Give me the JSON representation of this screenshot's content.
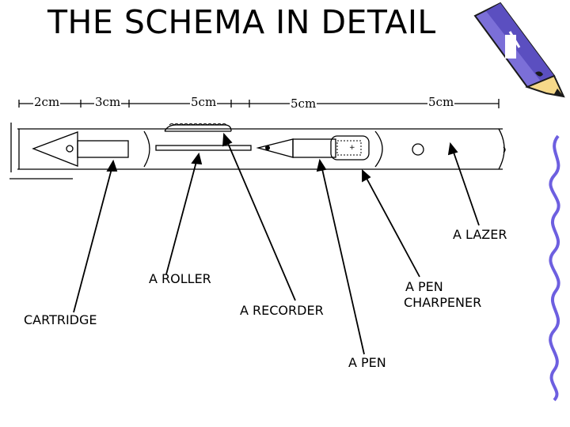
{
  "title": "THE SCHEMA IN DETAIL",
  "dimensions": [
    "2cm",
    "3cm",
    "5cm",
    "5cm",
    "5cm"
  ],
  "labels": {
    "lazer": "A LAZER",
    "roller": "A ROLLER",
    "pen_sharpener_line1": "A PEN",
    "pen_sharpener_line2": "CHARPENER",
    "cartridge": "CARTRIDGE",
    "recorder": "A RECORDER",
    "pen": "A PEN"
  },
  "colors": {
    "pencil_body": "#7b6fd8",
    "pencil_outline": "#1a1a1a",
    "pencil_wood": "#f6d98a",
    "pencil_tip": "#f2c200",
    "squiggle": "#6d5fe0"
  },
  "icons": [
    "pencil-icon",
    "decorative-squiggle"
  ]
}
